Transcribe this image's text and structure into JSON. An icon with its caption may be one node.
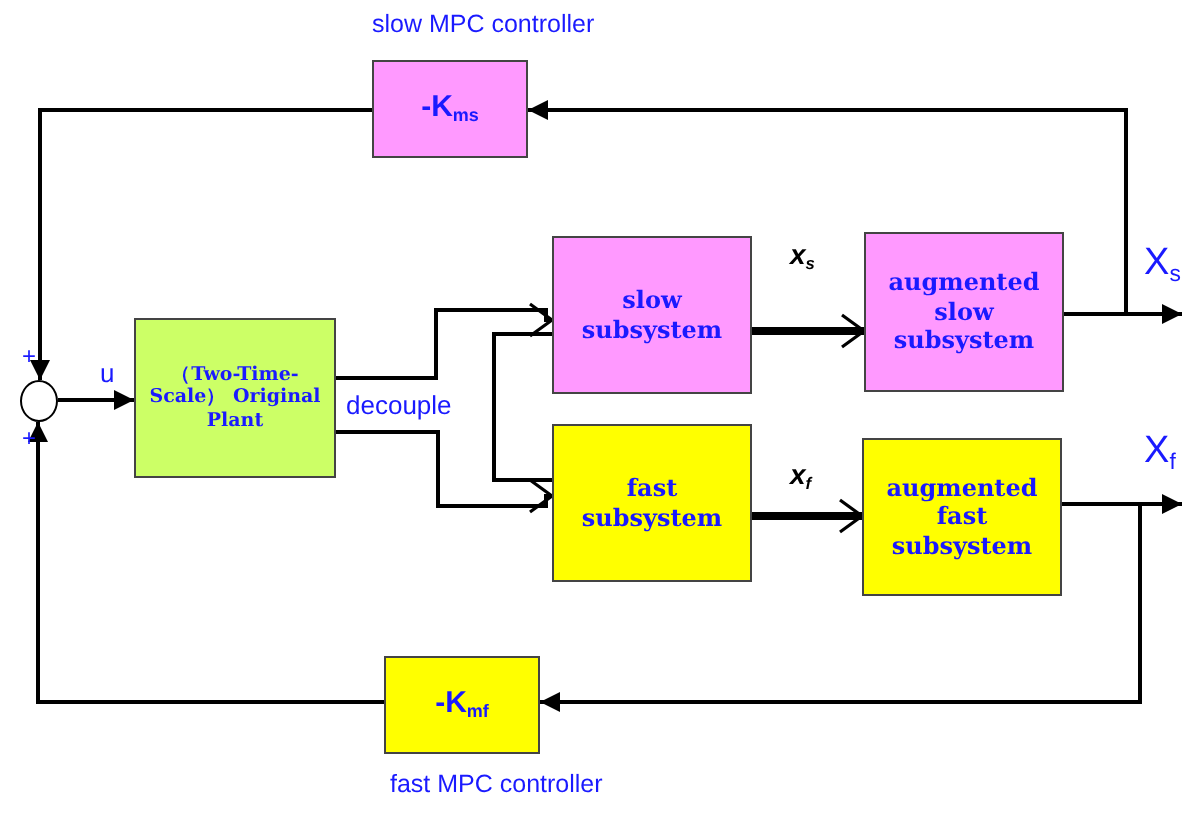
{
  "diagram": {
    "nodes": [
      {
        "text": [],
        "shape": "circle"
      },
      {
        "text": [
          "（Two-Time-Scale） Original Plant"
        ]
      },
      {
        "text": [
          "slow subsystem"
        ]
      },
      {
        "text": [
          "fast subsystem"
        ]
      },
      {
        "text": [
          "augmented slow subsystem"
        ]
      },
      {
        "text": [
          "augmented fast subsystem"
        ]
      },
      {
        "text": [
          "-K$_{ms}$"
        ],
        "beside": [
          "slow MPC controller"
        ]
      },
      {
        "text": [
          "-K$_{mf}$"
        ],
        "beside": [
          "fast MPC controller"
        ]
      }
    ],
    "edges": [
      {
        "from": 0,
        "to": 1,
        "arrow": "to",
        "label": "u"
      },
      {
        "from": 1,
        "to": 2,
        "arrow": "to"
      },
      {
        "from": 1,
        "to": 3,
        "arrow": "to"
      },
      {
        "from": 2,
        "to": 4,
        "arrow": "to",
        "label": "x$_{s}$",
        "style": "thick"
      },
      {
        "from": 3,
        "to": 5,
        "arrow": "to",
        "label": "x$_{f}$",
        "style": "thick"
      },
      {
        "from": 2,
        "to": 3,
        "arrow": "none"
      },
      {
        "from": 4,
        "to": null,
        "arrow": "to",
        "label": "X$_{s}$"
      },
      {
        "from": 5,
        "to": null,
        "arrow": "to",
        "label": "X$_{f}$"
      },
      {
        "from": 4,
        "to": 6,
        "arrow": "to"
      },
      {
        "from": 5,
        "to": 7,
        "arrow": "to"
      },
      {
        "from": 6,
        "to": 0,
        "arrow": "to"
      },
      {
        "from": 7,
        "to": 0,
        "arrow": "to"
      }
    ],
    "labels": [
      "+",
      "+",
      "decouple"
    ]
  }
}
